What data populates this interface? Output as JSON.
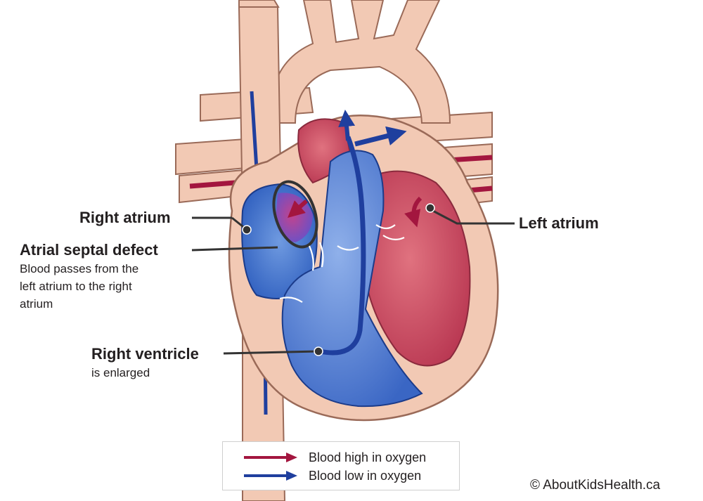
{
  "labels": {
    "right_atrium": "Right atrium",
    "atrial_septal_defect": "Atrial septal defect",
    "asd_description_line1": "Blood passes from the",
    "asd_description_line2": "left atrium to the right",
    "asd_description_line3": "atrium",
    "right_ventricle": "Right ventricle",
    "right_ventricle_description": "is enlarged",
    "left_atrium": "Left atrium"
  },
  "legend": {
    "high_oxygen": "Blood high in oxygen",
    "low_oxygen": "Blood low in oxygen"
  },
  "copyright": "© AboutKidsHealth.ca",
  "colors": {
    "tissue": "#f2c9b4",
    "tissue_outline": "#9a6a58",
    "oxygen_high": "#a3163f",
    "oxygen_low": "#1f3f9e",
    "right_side_blood": "#3f73c9",
    "left_side_blood": "#c9485e"
  }
}
